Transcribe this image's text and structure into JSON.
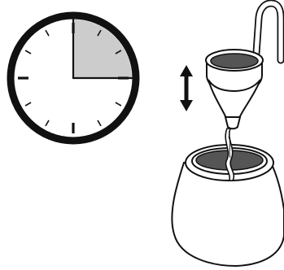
{
  "clock": {
    "icon": "clock-face-icon",
    "elapsed_fraction": 0.25,
    "elapsed_start_fraction": 0.0,
    "tick_count": 12,
    "colors": {
      "rim": "#111111",
      "face": "#ffffff",
      "elapsed": "#cccccc",
      "hand": "#111111"
    }
  },
  "illustration": {
    "icon": "pour-over-dripper-icon",
    "direction_arrow_icon": "up-down-arrow-icon",
    "colors": {
      "outline": "#111111",
      "liquid": "#555555",
      "fill": "#ffffff",
      "stream": "#ffffff"
    }
  }
}
